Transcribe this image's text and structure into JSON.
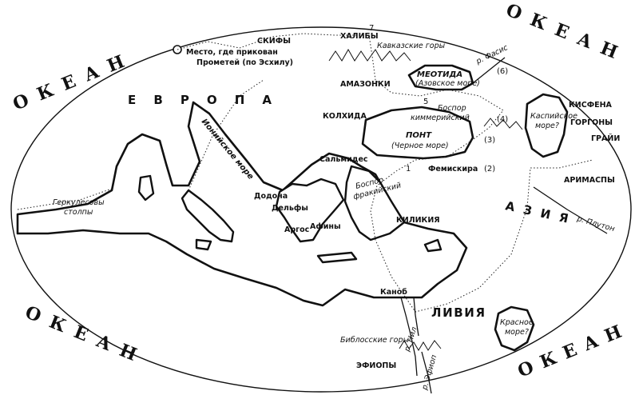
{
  "ocean": {
    "top_left": "ОКЕАН",
    "top_right": "ОКЕАН",
    "bottom_left": "ОКЕАН",
    "bottom_right": "ОКЕАН"
  },
  "regions": {
    "europe": "ЕВРОПА",
    "asia": "АЗИЯ",
    "libya": "ЛИВИЯ"
  },
  "labels": {
    "scythians": "СКИФЫ",
    "prometheus_1": "Место, где прикован",
    "prometheus_2": "Прометей (по Эсхилу)",
    "chalybes": "ХАЛИБЫ",
    "caucasus": "Кавказские горы",
    "meotida_1": "МЕОТИДА",
    "meotida_2": "(Азовское море)",
    "phasis": "р. Фасис",
    "amazons": "АМАЗОНКИ",
    "colchis": "КОЛХИДА",
    "bosporus_cim_1": "Боспор",
    "bosporus_cim_2": "киммерийский",
    "pontus_1": "ПОНТ",
    "pontus_2": "(Черное море)",
    "caspian_1": "Каспийское",
    "caspian_2": "море?",
    "kisthene": "КИСФЕНА",
    "gorgons": "ГОРГОНЫ",
    "graeae": "ГРАЙИ",
    "salmydessus": "Сальмидес",
    "themiscyra": "Фемискира",
    "bosporus_thr_1": "Боспор",
    "bosporus_thr_2": "фракийский",
    "ionian_sea": "Ионийское море",
    "arimaspi": "АРИМАСПЫ",
    "pluton": "р. Плутон",
    "hercules_1": "Геркулесовы",
    "hercules_2": "столпы",
    "dodona": "Додона",
    "delphi": "Дельфы",
    "argos": "Аргос",
    "athens": "Афины",
    "cilicia": "КИЛИКИЯ",
    "canopus": "Каноб",
    "red_sea_1": "Красное",
    "red_sea_2": "море?",
    "byblos": "Библосские горы",
    "nile": "р. Нил",
    "ethiopians": "ЭФИОПЫ",
    "ethiop_river": "р. Эфиоп"
  },
  "route_numbers": {
    "n1": "1",
    "n2": "(2)",
    "n3": "(3)",
    "n4": "(4)",
    "n5": "5",
    "n6": "(6)",
    "n7": "7"
  }
}
